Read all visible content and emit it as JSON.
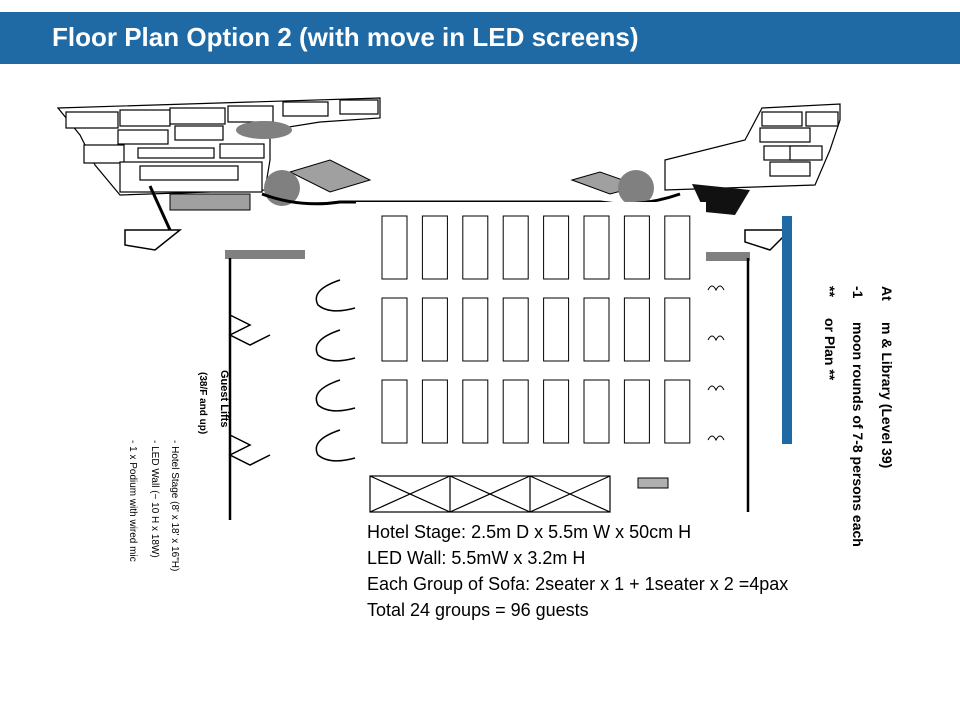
{
  "header": {
    "title": "Floor Plan Option 2 (with move in LED screens)"
  },
  "plan": {
    "left_labels": {
      "lifts_title": "Guest Lifts",
      "lifts_sub": "(38/F and up)",
      "item1": "- Hotel Stage (8' x 18' x 16\"H)",
      "item2": "- LED Wall (~ 10 H x 18W)",
      "item3": "- 1 x Podium with wired mic"
    },
    "right_labels": {
      "line1": "At",
      "line1b": "m & Library (Level 39)",
      "line2": "-1",
      "line2b": "moon rounds of 7-8 persons each",
      "line3": "**",
      "line3b": "or Plan **"
    },
    "sofa_rows": 3,
    "sofa_cols": 8
  },
  "notes": [
    "Hotel Stage: 2.5m D x 5.5m W x 50cm H",
    "LED Wall: 5.5mW x 3.2m H",
    "Each Group of Sofa: 2seater x 1 + 1seater x 2 =4pax",
    "Total 24 groups = 96 guests"
  ],
  "colors": {
    "title_bar": "#1f6aa5",
    "led_screen": "#1f6aa5"
  }
}
